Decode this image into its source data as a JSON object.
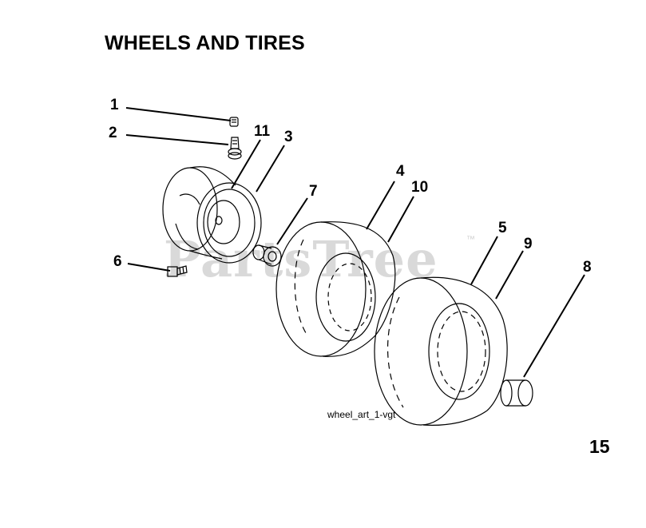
{
  "page": {
    "title": "WHEELS AND TIRES",
    "art_code": "wheel_art_1-vgt",
    "page_number": "15",
    "watermark": "PartsTree",
    "watermark_tm": "™"
  },
  "callouts": {
    "c1": "1",
    "c2": "2",
    "c3": "3",
    "c4": "4",
    "c5": "5",
    "c6": "6",
    "c7": "7",
    "c8": "8",
    "c9": "9",
    "c10": "10",
    "c11": "11"
  },
  "colors": {
    "line": "#000000",
    "watermark": "#d9d9d9"
  }
}
